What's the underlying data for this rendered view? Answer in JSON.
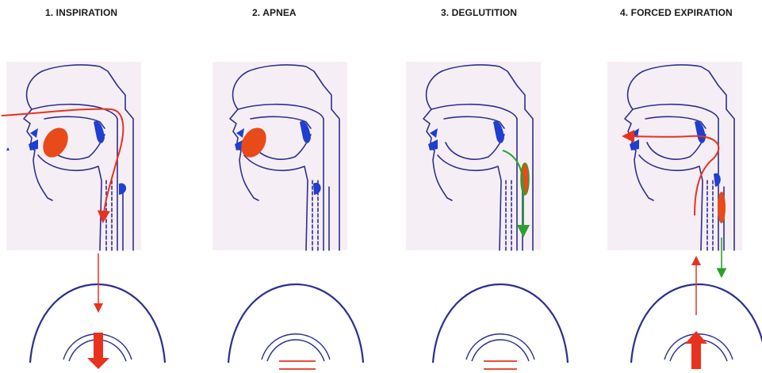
{
  "steps": [
    {
      "title": "1. INSPIRATION"
    },
    {
      "title": "2. APNEA"
    },
    {
      "title": "3. DEGLUTITION"
    },
    {
      "title": "4. FORCED EXPIRATION"
    }
  ],
  "colors": {
    "outline": "#2b2f8f",
    "anatomy_fill": "#1f3fd0",
    "panel_bg": "#f6eef5",
    "air_arrow": "#e8321e",
    "swallow_arrow": "#2ca02c",
    "bolus": "#e84a1a"
  },
  "icons": [
    "head-profile-icon",
    "diaphragm-icon",
    "airflow-arrow-icon",
    "swallow-arrow-icon"
  ]
}
